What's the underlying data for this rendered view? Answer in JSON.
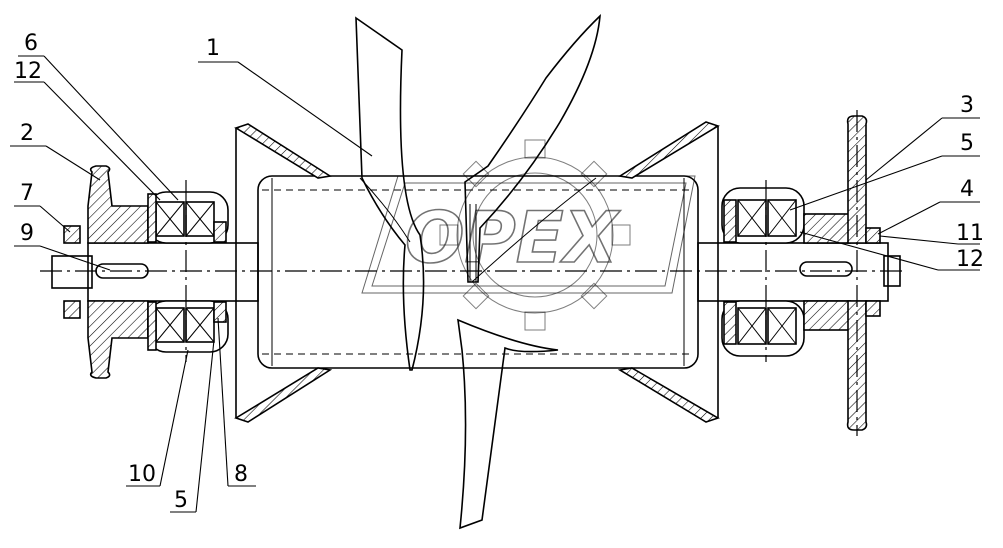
{
  "watermark": "OPEX",
  "callouts": [
    {
      "text": "1"
    },
    {
      "text": "6"
    },
    {
      "text": "12"
    },
    {
      "text": "2"
    },
    {
      "text": "7"
    },
    {
      "text": "9"
    },
    {
      "text": "10"
    },
    {
      "text": "5"
    },
    {
      "text": "8"
    },
    {
      "text": "3"
    },
    {
      "text": "5"
    },
    {
      "text": "4"
    },
    {
      "text": "11"
    },
    {
      "text": "12"
    }
  ]
}
